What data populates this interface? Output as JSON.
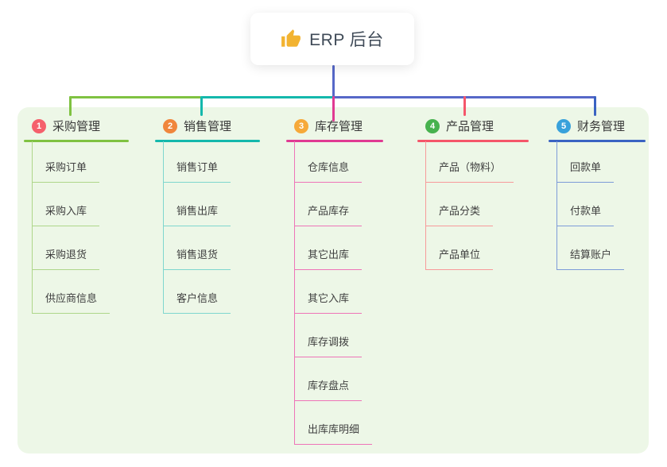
{
  "root": {
    "label": "ERP 后台",
    "icon": "thumbs-up",
    "icon_color": "#f2b331"
  },
  "connectors": {
    "root_line": "#5668c8",
    "bus": [
      "#7fc241",
      "#14b8ac",
      "#5668c8"
    ]
  },
  "branches": [
    {
      "index": "1",
      "label": "采购管理",
      "badge_color": "#f5606c",
      "line_color": "#7fc241",
      "child_line_color": "#aed68a",
      "children": [
        "采购订单",
        "采购入库",
        "采购退货",
        "供应商信息"
      ]
    },
    {
      "index": "2",
      "label": "销售管理",
      "badge_color": "#f0863c",
      "line_color": "#14b8ac",
      "child_line_color": "#7ed6ce",
      "children": [
        "销售订单",
        "销售出库",
        "销售退货",
        "客户信息"
      ]
    },
    {
      "index": "3",
      "label": "库存管理",
      "badge_color": "#f6a939",
      "line_color": "#e03a92",
      "child_line_color": "#ee74b8",
      "children": [
        "仓库信息",
        "产品库存",
        "其它出库",
        "其它入库",
        "库存调拨",
        "库存盘点",
        "出库库明细"
      ]
    },
    {
      "index": "4",
      "label": "产品管理",
      "badge_color": "#47b24e",
      "line_color": "#f5566a",
      "child_line_color": "#f79a9a",
      "children": [
        "产品（物料）",
        "产品分类",
        "产品单位"
      ]
    },
    {
      "index": "5",
      "label": "财务管理",
      "badge_color": "#38a1db",
      "line_color": "#3a63c2",
      "child_line_color": "#7d9bd8",
      "children": [
        "回款单",
        "付款单",
        "结算账户"
      ]
    }
  ]
}
